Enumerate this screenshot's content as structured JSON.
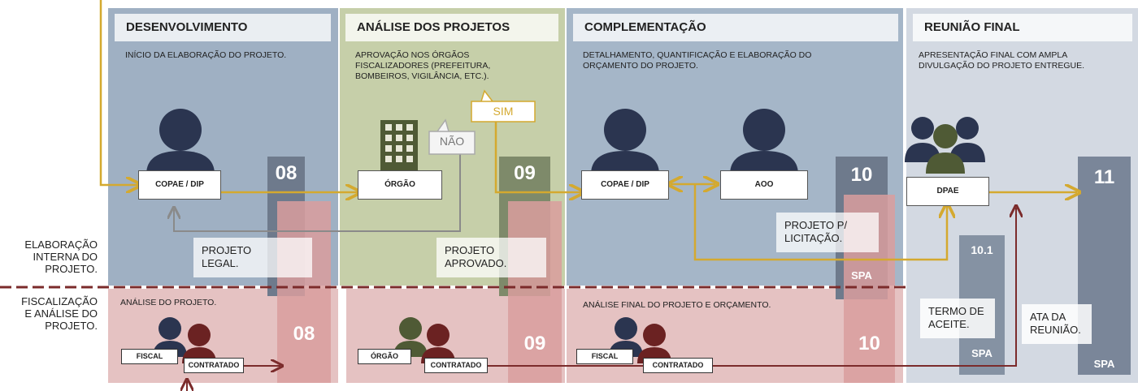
{
  "phases": [
    {
      "title": "DESENVOLVIMENTO",
      "desc_lines": [
        "INÍCIO DA ELABORAÇÃO DO PROJETO."
      ]
    },
    {
      "title": "ANÁLISE DOS PROJETOS",
      "desc_lines": [
        "APROVAÇÃO NOS ÓRGÃOS",
        "FISCALIZADORES (PREFEITURA,",
        "BOMBEIROS, VIGILÂNCIA, ETC.)."
      ]
    },
    {
      "title": "COMPLEMENTAÇÃO",
      "desc_lines": [
        "DETALHAMENTO,  QUANTIFICAÇÃO E ELABORAÇÃO DO",
        "ORÇAMENTO DO PROJETO."
      ]
    },
    {
      "title": "REUNIÃO FINAL",
      "desc_lines": [
        "APRESENTAÇÃO FINAL COM AMPLA",
        "DIVULGAÇÃO DO PROJETO ENTREGUE."
      ]
    }
  ],
  "lane_labels": {
    "internal": [
      "ELABORAÇÃO",
      "INTERNA DO",
      "PROJETO."
    ],
    "external": [
      "FISCALIZAÇÃO",
      "E ANÁLISE  DO",
      "PROJETO."
    ]
  },
  "actors": {
    "copae_1": "COPAE / DIP",
    "orgao": "ÓRGÃO",
    "copae_2": "COPAE / DIP",
    "aoo": "AOO",
    "dpae": "DPAE"
  },
  "callouts": {
    "nao": "NÃO",
    "sim": "SIM"
  },
  "numbers": {
    "n08": "08",
    "n09": "09",
    "n10": "10",
    "n11": "11",
    "n101": "10.1",
    "n08b": "08",
    "n09b": "09",
    "n10b": "10"
  },
  "spa_label": "SPA",
  "notes": {
    "projeto_legal": [
      "PROJETO",
      "LEGAL."
    ],
    "projeto_aprovado": [
      "PROJETO",
      "APROVADO."
    ],
    "projeto_licitacao": [
      "PROJETO P/",
      "LICITAÇÃO."
    ],
    "termo_aceite": [
      "TERMO DE",
      "ACEITE."
    ],
    "ata_reuniao": [
      "ATA DA",
      "REUNIÃO."
    ]
  },
  "bottom_titles": {
    "analise": "ANÁLISE  DO PROJETO.",
    "analise_final": "ANÁLISE FINAL DO PROJETO E ORÇAMENTO."
  },
  "bottom_tags": {
    "fiscal_1": "FISCAL",
    "contratado_1": "CONTRATADO",
    "orgao": "ÓRGÃO",
    "contratado_2": "CONTRATADO",
    "fiscal_2": "FISCAL",
    "contratado_3": "CONTRATADO"
  },
  "colors": {
    "dev_panel": "#9fb0c3",
    "analysis_panel": "#c6cfa9",
    "complement_panel": "#a5b6c8",
    "final_panel": "#d8dde5",
    "bottom_lane": "#e6c6c6",
    "slate_bar": "#6e7a8c",
    "pink_bar": "#d9a4a4",
    "gold_line": "#d4a92f",
    "maroon_line": "#7b2b2b",
    "person_navy": "#2b3550",
    "person_red": "#6b2222",
    "person_olive": "#4f5a35"
  }
}
